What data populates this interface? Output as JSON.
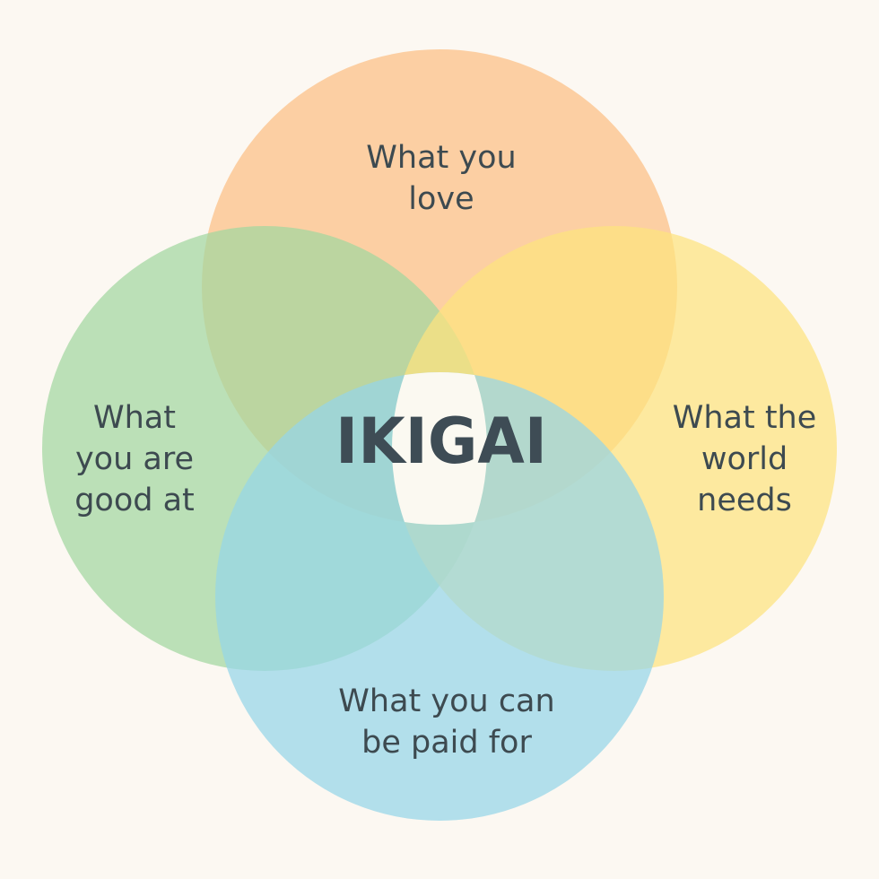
{
  "diagram": {
    "center_label": "IKIGAI",
    "circles": [
      {
        "id": "love",
        "lines": [
          "What you",
          "love"
        ],
        "color": "#fcbf83"
      },
      {
        "id": "good",
        "lines": [
          "What",
          "you are",
          "good at"
        ],
        "color": "#a2d7a0"
      },
      {
        "id": "world",
        "lines": [
          "What the",
          "world",
          "needs"
        ],
        "color": "#fde37e"
      },
      {
        "id": "paid",
        "lines": [
          "What you can",
          "be paid for"
        ],
        "color": "#95d5e8"
      }
    ],
    "center_fill": "#fbf9f1",
    "background": "#fcf8f2"
  }
}
